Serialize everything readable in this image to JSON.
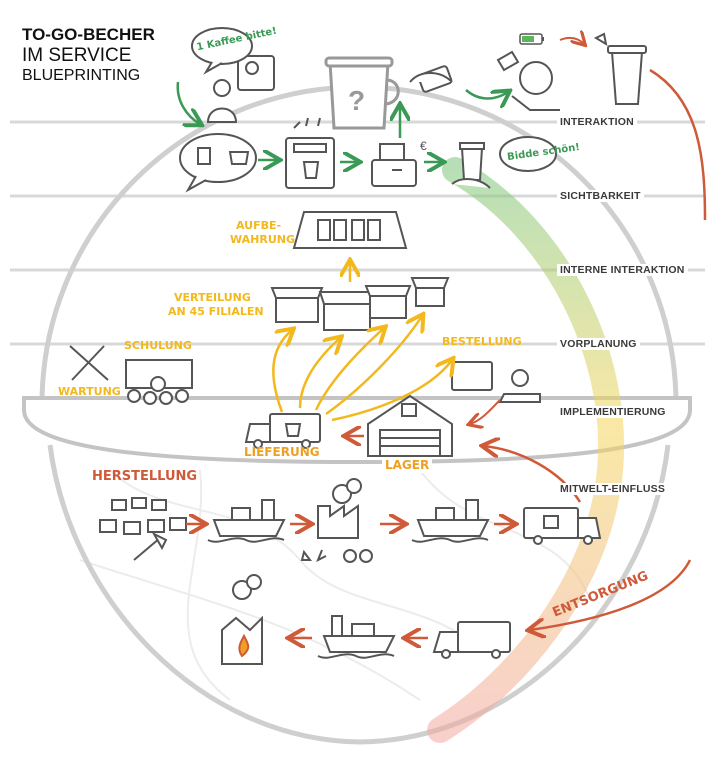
{
  "title": {
    "line1": "TO-GO-BECHER",
    "line2": "IM SERVICE",
    "line3": "BLUEPRINTING"
  },
  "levels": [
    "INTERAKTION",
    "SICHTBARKEIT",
    "INTERNE INTERAKTION",
    "VORPLANUNG",
    "IMPLEMENTIERUNG",
    "MITWELT-EINFLUSS"
  ],
  "speech": {
    "order": "1 Kaffee bitte!",
    "thanks": "Bidde schön!"
  },
  "labels": {
    "aufbewahrung_1": "AUFBE-",
    "aufbewahrung_2": "WAHRUNG",
    "verteilung_1": "VERTEILUNG",
    "verteilung_2": "AN 45 FILIALEN",
    "schulung": "SCHULUNG",
    "wartung": "WARTUNG",
    "bestellung": "BESTELLUNG",
    "lieferung": "LIEFERUNG",
    "lager": "LAGER",
    "herstellung": "HERSTELLUNG",
    "entsorgung": "ENTSORGUNG"
  },
  "icons": [
    "coffee-cup-icon",
    "speech-bubble-icon",
    "coffee-machine-icon",
    "cash-register-icon",
    "shop-icon",
    "ship-icon",
    "truck-icon",
    "factory-icon",
    "warehouse-icon",
    "axe-icon",
    "battery-icon",
    "trash-bin-icon",
    "computer-icon",
    "wrench-icon"
  ],
  "colors": {
    "line": "#555555",
    "sphere": "#c9c9c9",
    "yellow": "#f2b81c",
    "orange": "#f0a020",
    "red": "#cf5a3a",
    "green": "#3a9a55"
  }
}
